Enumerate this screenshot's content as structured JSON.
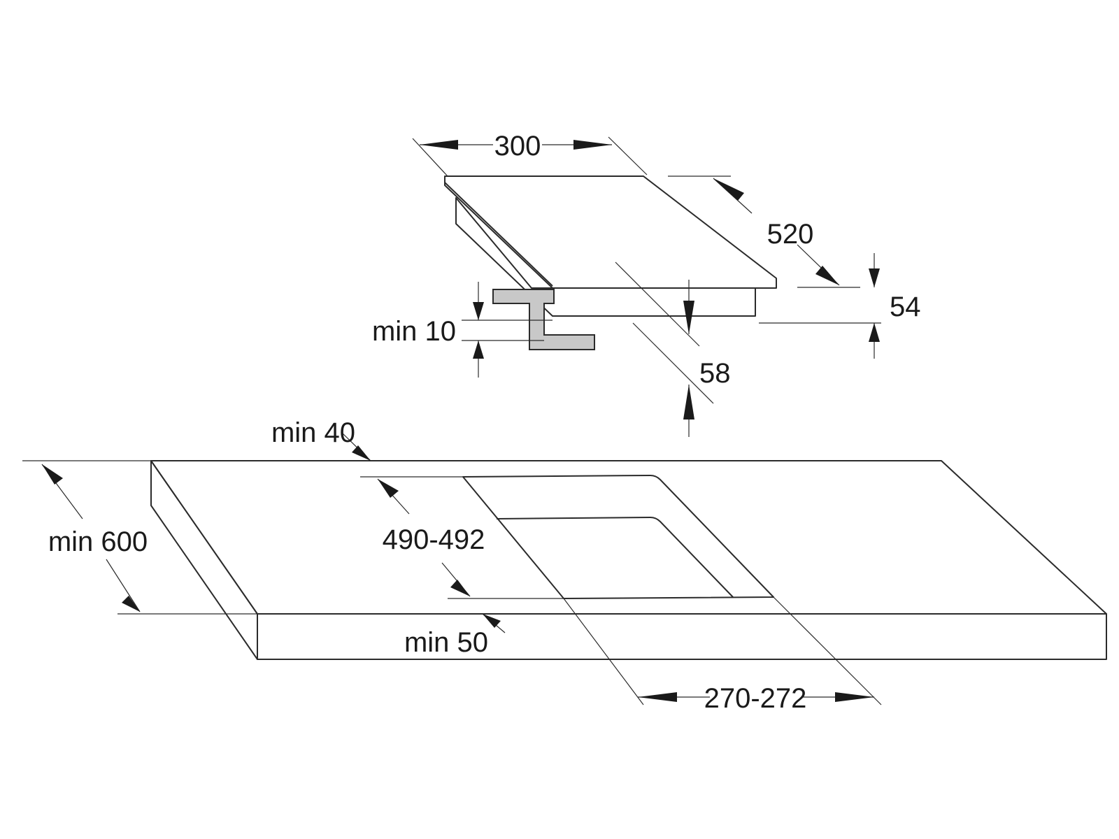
{
  "diagram": {
    "dimensions": {
      "hob_width": "300",
      "hob_depth": "520",
      "hob_height": "54",
      "hob_depth_below": "58",
      "clearance_min_10": "min 10",
      "worktop_min_depth": "min 600",
      "cutout_min_back": "min 40",
      "cutout_min_front": "min 50",
      "cutout_depth": "490-492",
      "cutout_width": "270-272"
    },
    "colors": {
      "line": "#2b2b2b",
      "bracket_fill": "#c8c8c8",
      "background": "#ffffff"
    }
  }
}
